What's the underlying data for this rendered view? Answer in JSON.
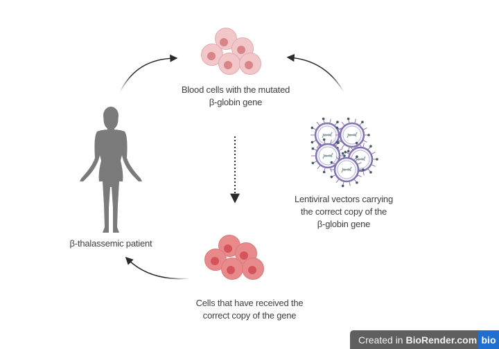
{
  "diagram": {
    "labels": {
      "mutated_cells": [
        "Blood cells with the mutated",
        "β-globin gene"
      ],
      "lentiviral": [
        "Lentiviral vectors carrying",
        "the correct copy of the",
        "β-globin gene"
      ],
      "corrected_cells": [
        "Cells that have received the",
        "correct copy of the gene"
      ],
      "patient": [
        "β-thalassemic patient"
      ]
    },
    "colors": {
      "mutated_cell_fill": "#f2c7c9",
      "mutated_cell_nucleus": "#d98489",
      "corrected_cell_fill": "#e88a8c",
      "corrected_cell_nucleus": "#d5545b",
      "virus_capsid": "#7d74b0",
      "virus_spike": "#9b6fb3",
      "virus_spike_tip": "#3f5a6b",
      "patient_silhouette": "#7a7a7a",
      "arrow": "#2a2a2a"
    },
    "icons": {
      "patient": "female-human-silhouette-icon",
      "mutated_cells": "blood-cells-cluster-icon",
      "corrected_cells": "corrected-blood-cells-cluster-icon",
      "vectors": "lentivirus-cluster-icon"
    }
  },
  "watermark": {
    "prefix": "Created in ",
    "brand": "BioRender.com",
    "logo": "bio"
  }
}
